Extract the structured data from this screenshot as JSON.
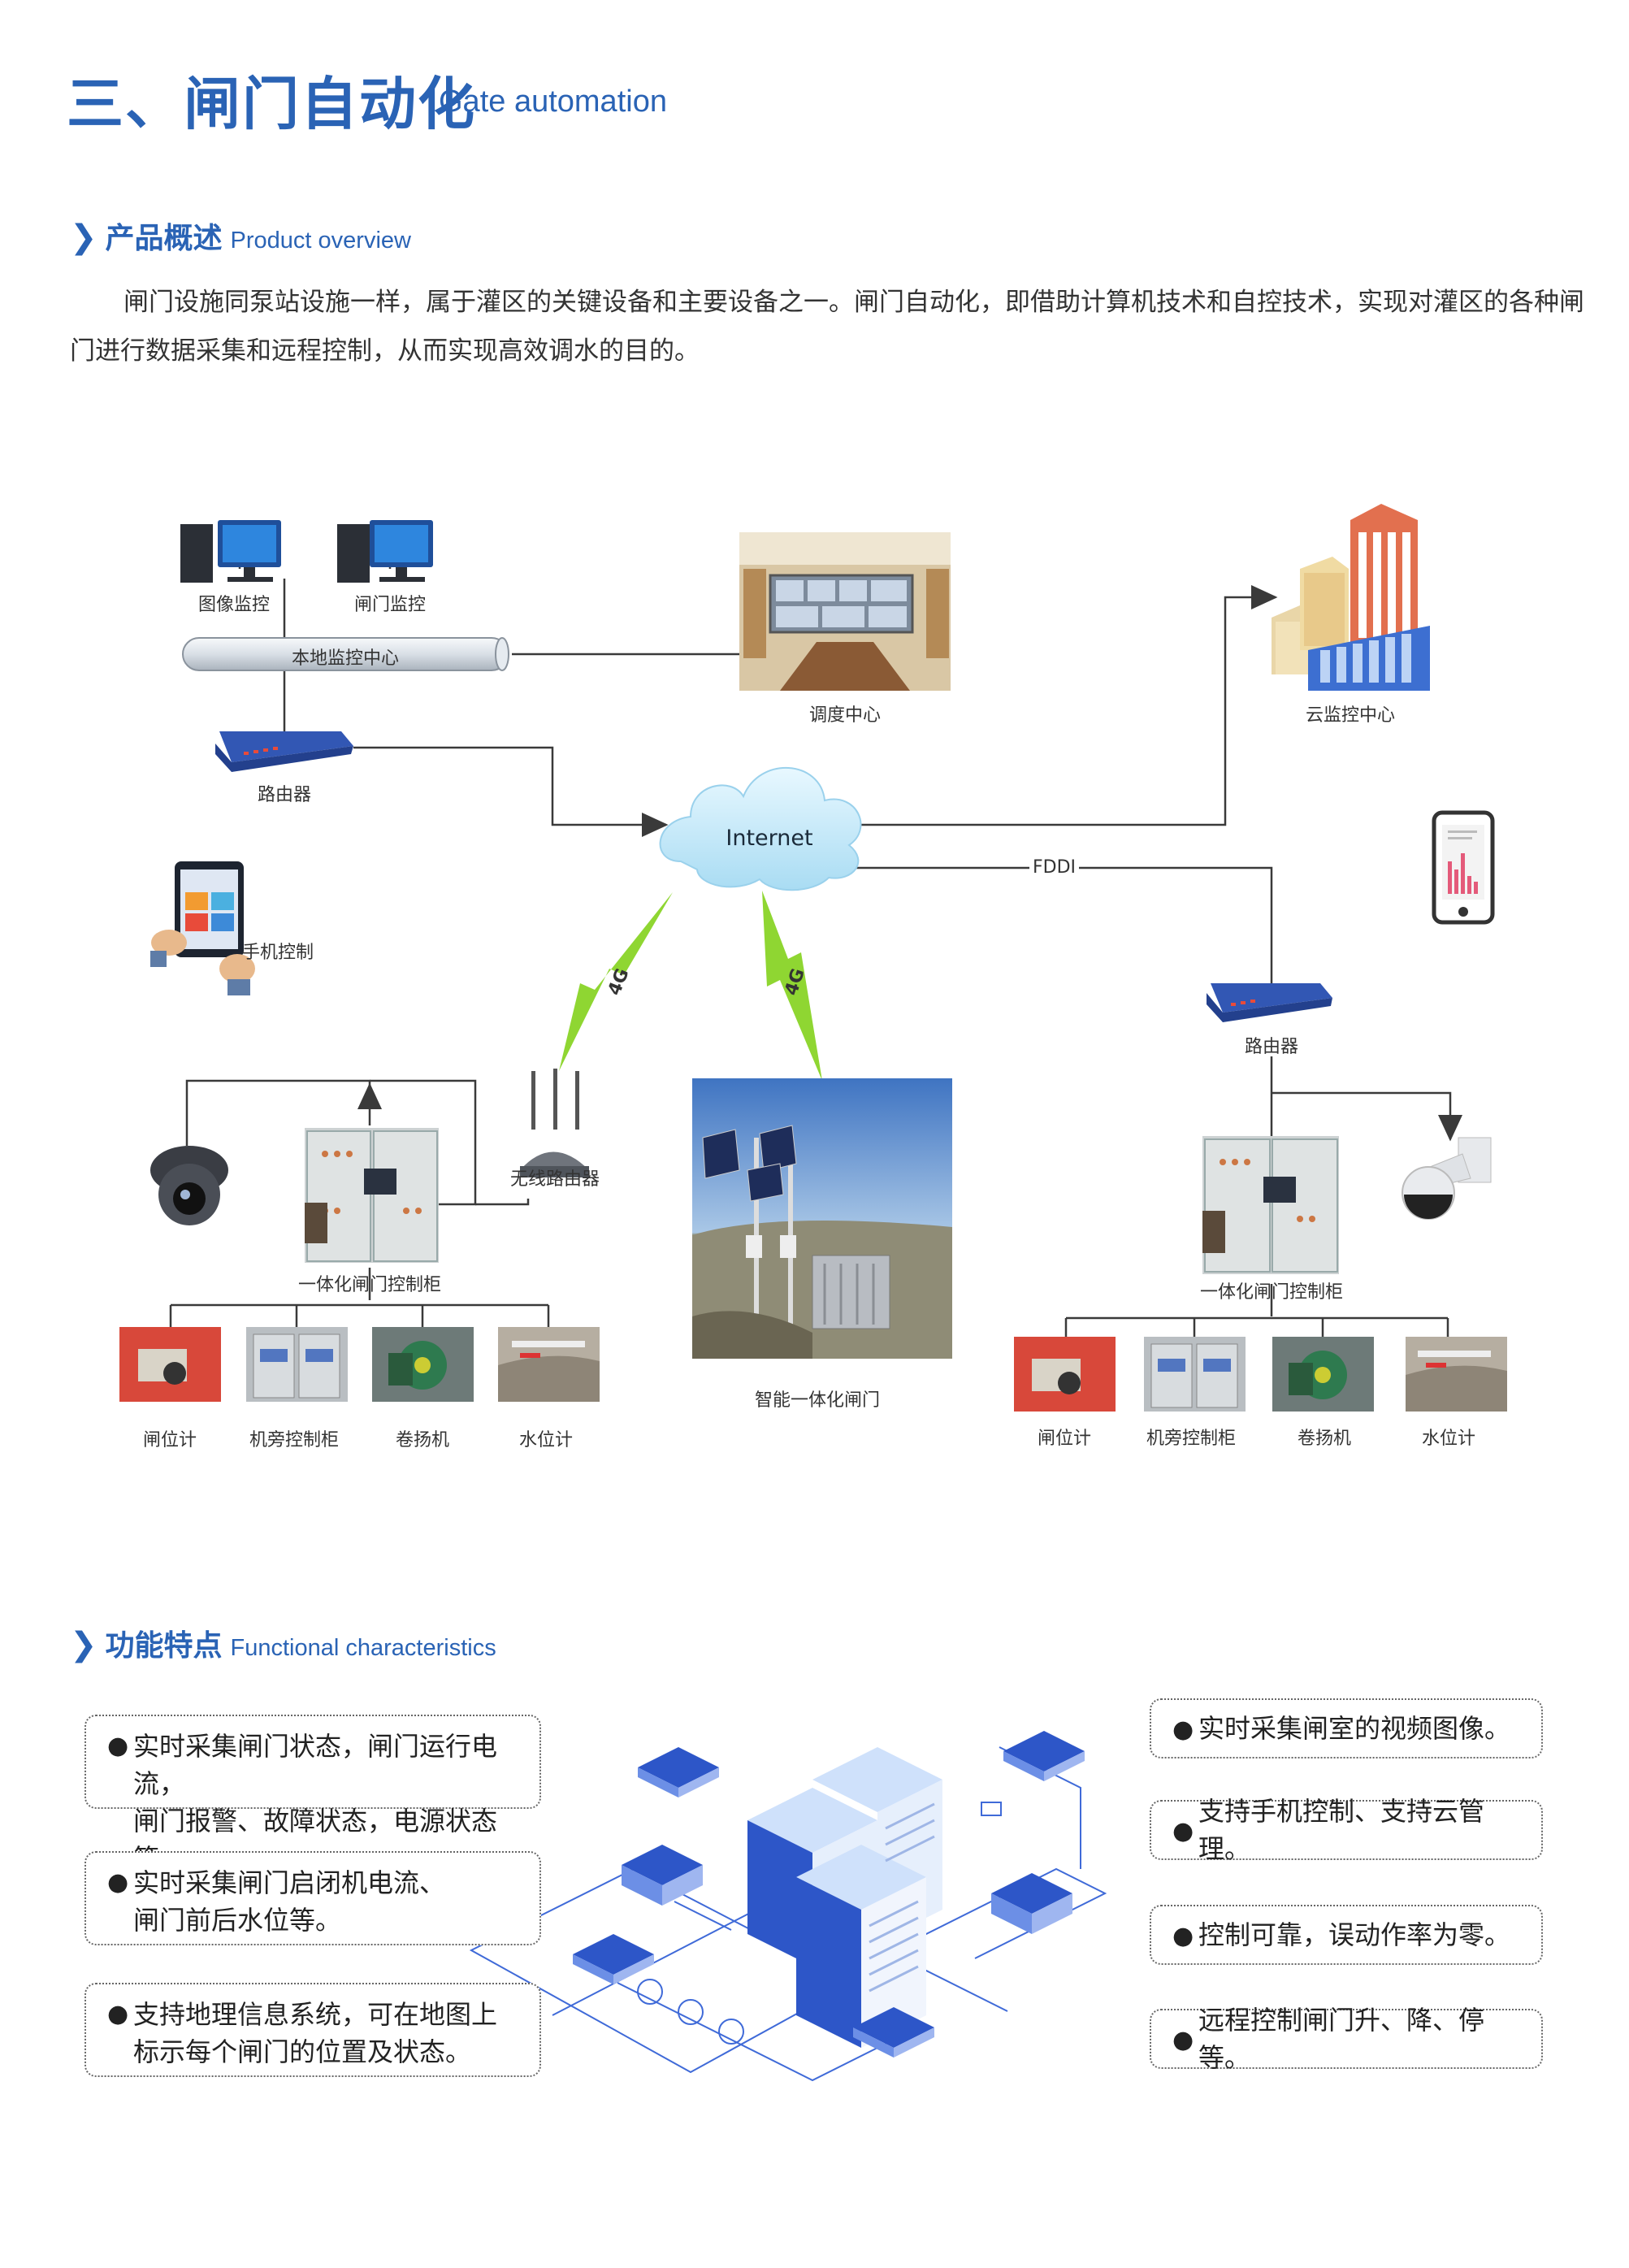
{
  "header": {
    "title_cn": "三、闸门自动化",
    "title_en": "Gate automation"
  },
  "overview": {
    "heading_cn": "产品概述",
    "heading_en": "Product overview",
    "text": "闸门设施同泵站设施一样，属于灌区的关键设备和主要设备之一。闸门自动化，即借助计算机技术和自控技术，实现对灌区的各种闸门进行数据采集和远程控制，从而实现高效调水的目的。"
  },
  "diagram": {
    "image_monitor": "图像监控",
    "gate_monitor": "闸门监控",
    "local_center": "本地监控中心",
    "dispatch_center": "调度中心",
    "cloud_center": "云监控中心",
    "router_left": "路由器",
    "internet": "Internet",
    "fddi": "FDDI",
    "mobile_control": "手机控制",
    "link_4g": "4G",
    "wireless_router": "无线路由器",
    "smart_gate": "智能一体化闸门",
    "router_right": "路由器",
    "cabinet_left": "一体化闸门控制柜",
    "cabinet_right": "一体化闸门控制柜",
    "devices_left": [
      "闸位计",
      "机旁控制柜",
      "卷扬机",
      "水位计"
    ],
    "devices_right": [
      "闸位计",
      "机旁控制柜",
      "卷扬机",
      "水位计"
    ]
  },
  "features": {
    "heading_cn": "功能特点",
    "heading_en": "Functional characteristics",
    "left": [
      {
        "line1": "实时采集闸门状态，闸门运行电流，",
        "line2": "闸门报警、故障状态，电源状态等。"
      },
      {
        "line1": "实时采集闸门启闭机电流、",
        "line2": "闸门前后水位等。"
      },
      {
        "line1": "支持地理信息系统，可在地图上",
        "line2": "标示每个闸门的位置及状态。"
      }
    ],
    "right": [
      "实时采集闸室的视频图像。",
      "支持手机控制、支持云管理。",
      "控制可靠，误动作率为零。",
      "远程控制闸门升、降、停等。"
    ]
  },
  "colors": {
    "brand_blue": "#2a63b5",
    "device_blue": "#2d56c8",
    "link_green": "#8fd632",
    "line_dark": "#3a3a3a"
  }
}
